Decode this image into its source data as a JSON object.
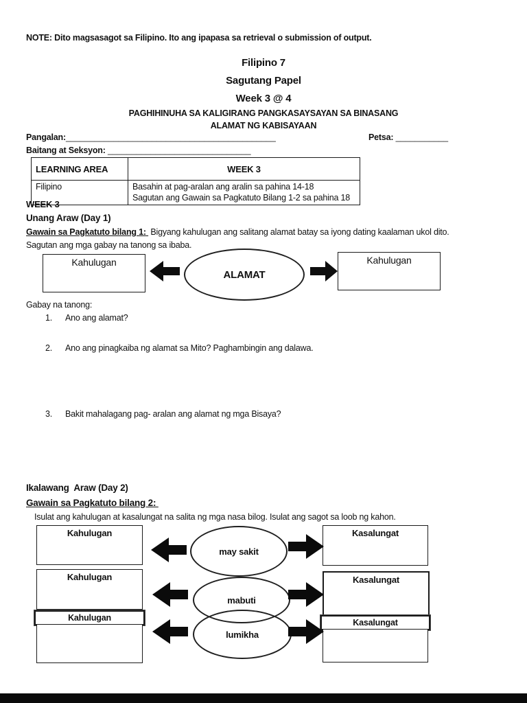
{
  "note": "NOTE: Dito magsasagot sa Filipino. Ito ang ipapasa sa retrieval o submission of output.",
  "header": {
    "subject": "Filipino 7",
    "paper": "Sagutang Papel",
    "week": "Week 3 @ 4",
    "topic_line1": "PAGHIHINUHA SA KALIGIRANG PANGKASAYSAYAN SA BINASANG",
    "topic_line2": "ALAMAT NG KABISAYAAN"
  },
  "fields": {
    "pangalan_label": "Pangalan:",
    "pangalan_blank": "____________________________________________",
    "petsa_label": "Petsa:",
    "petsa_blank": "___________",
    "baitang_label": "Baitang at Seksyon:",
    "baitang_blank": "______________________________"
  },
  "table": {
    "col1_header": "LEARNING AREA",
    "col2_header": "WEEK 3",
    "row_area": "Filipino",
    "row_task1": "Basahin at pag-aralan ang aralin sa pahina 14-18",
    "row_task2": "Sagutan ang Gawain sa Pagkatuto Bilang 1-2 sa pahina 18"
  },
  "week_label": "WEEK 3",
  "day1": {
    "title": "Unang Araw (Day 1)",
    "activity_label": "Gawain sa Pagkatuto bilang 1:",
    "activity_text": "Bigyang kahulugan ang salitang alamat batay sa iyong dating kaalaman ukol dito.",
    "activity_text2": "Sagutan ang mga gabay na tanong sa ibaba.",
    "diagram": {
      "left_box": "Kahulugan",
      "center_word": "ALAMAT",
      "right_box": "Kahulugan"
    },
    "questions_label": "Gabay na tanong:",
    "questions": [
      {
        "num": "1.",
        "text": "Ano ang alamat?"
      },
      {
        "num": "2.",
        "text": "Ano ang pinagkaiba ng alamat sa Mito? Paghambingin ang dalawa."
      },
      {
        "num": "3.",
        "text": "Bakit mahalagang pag- aralan ang alamat ng mga Bisaya?"
      }
    ]
  },
  "day2": {
    "title": "Ikalawang  Araw (Day 2)",
    "activity_label": "Gawain sa Pagkatuto bilang 2: ",
    "instruction": "Isulat ang kahulugan at kasalungat na salita ng mga nasa bilog. Isulat ang sagot sa loob ng kahon.",
    "rows": [
      {
        "left": "Kahulugan",
        "word": "may sakit",
        "right": "Kasalungat"
      },
      {
        "left": "Kahulugan",
        "word": "mabuti",
        "right": "Kasalungat"
      },
      {
        "left": "Kahulugan",
        "word": "lumikha",
        "right": "Kasalungat"
      }
    ]
  },
  "colors": {
    "ink": "#111111",
    "paper": "#ffffff",
    "bottom_bar": "#0a0a0a"
  }
}
